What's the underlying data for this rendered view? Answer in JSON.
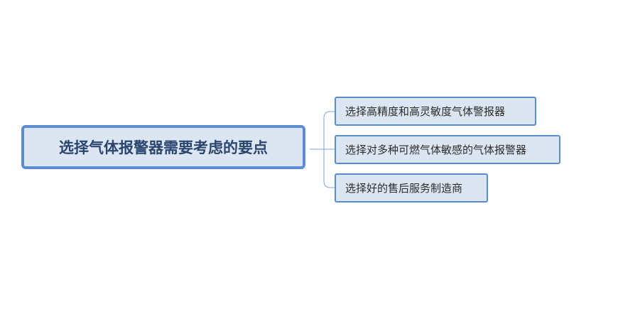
{
  "mindmap": {
    "root": {
      "label": "选择气体报警器需要考虑的要点"
    },
    "branches": [
      {
        "label": "选择高精度和高灵敏度气体警报器"
      },
      {
        "label": "选择对多种可燃气体敏感的气体报警器"
      },
      {
        "label": "选择好的售后服务制造商"
      }
    ]
  },
  "colors": {
    "node_fill": "#dce6f2",
    "node_border": "#5b8bd0",
    "root_text": "#2a466e",
    "connector": "#7fa3d6"
  }
}
